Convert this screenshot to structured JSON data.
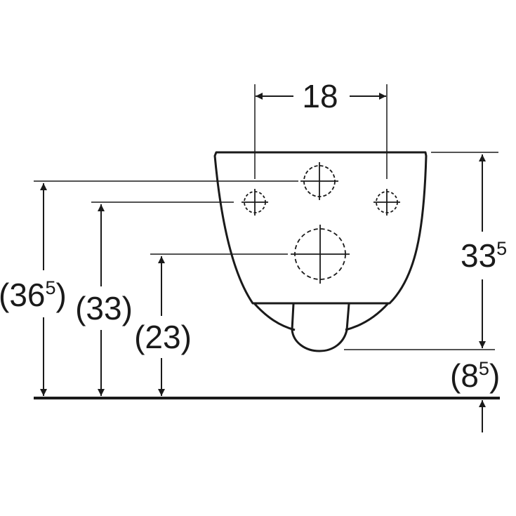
{
  "colors": {
    "stroke": "#1a1a1a",
    "background": "#ffffff"
  },
  "dimensions": {
    "width_between_bolts": {
      "value": "18"
    },
    "height_right": {
      "base": "33",
      "sup": "5"
    },
    "overall_height": {
      "open": "(",
      "base": "36",
      "sup": "5",
      "close": ")"
    },
    "bolt_height": {
      "text": "(33)"
    },
    "drain_height": {
      "text": "(23)"
    },
    "outlet_clearance": {
      "open": "(",
      "base": "8",
      "sup": "5",
      "close": ")"
    }
  }
}
